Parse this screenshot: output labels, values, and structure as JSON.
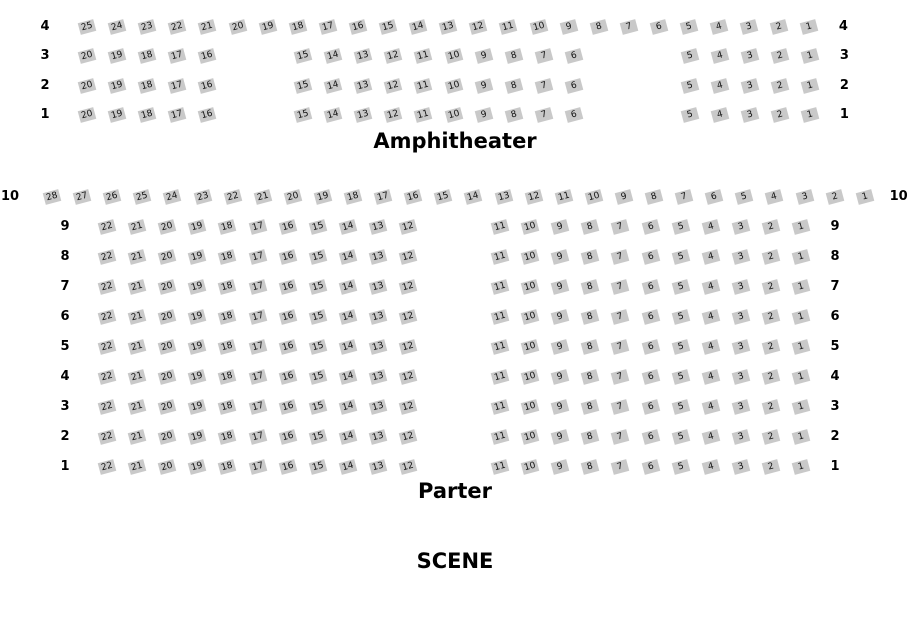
{
  "colors": {
    "seat_fill": "#c9c9c9",
    "seat_number": "#111111",
    "label_text": "#000000"
  },
  "stage_label": "SCENE",
  "sections": [
    {
      "name": "amphitheater",
      "label": "Amphitheater",
      "rows": [
        {
          "row": "4",
          "blocks": [
            [
              25,
              24,
              23,
              22,
              21,
              20,
              19,
              18,
              17,
              16,
              15,
              14,
              13,
              12,
              11,
              10,
              9,
              8,
              7,
              6,
              5,
              4,
              3,
              2,
              1
            ]
          ]
        },
        {
          "row": "3",
          "blocks": [
            [
              20,
              19,
              18,
              17,
              16
            ],
            [
              15,
              14,
              13,
              12,
              11,
              10,
              9,
              8,
              7,
              6
            ],
            [
              5,
              4,
              3,
              2,
              1
            ]
          ]
        },
        {
          "row": "2",
          "blocks": [
            [
              20,
              19,
              18,
              17,
              16
            ],
            [
              15,
              14,
              13,
              12,
              11,
              10,
              9,
              8,
              7,
              6
            ],
            [
              5,
              4,
              3,
              2,
              1
            ]
          ]
        },
        {
          "row": "1",
          "blocks": [
            [
              20,
              19,
              18,
              17,
              16
            ],
            [
              15,
              14,
              13,
              12,
              11,
              10,
              9,
              8,
              7,
              6
            ],
            [
              5,
              4,
              3,
              2,
              1
            ]
          ]
        }
      ]
    },
    {
      "name": "parter",
      "label": "Parter",
      "rows": [
        {
          "row": "10",
          "blocks": [
            [
              28,
              27,
              26,
              25,
              24,
              23,
              22,
              21,
              20,
              19,
              18,
              17,
              16,
              15,
              14,
              13,
              12,
              11,
              10,
              9,
              8,
              7,
              6,
              5,
              4,
              3,
              2,
              1
            ]
          ]
        },
        {
          "row": "9",
          "blocks": [
            [
              22,
              21,
              20,
              19,
              18,
              17,
              16,
              15,
              14,
              13,
              12
            ],
            [
              11,
              10,
              9,
              8,
              7,
              6,
              5,
              4,
              3,
              2,
              1
            ]
          ]
        },
        {
          "row": "8",
          "blocks": [
            [
              22,
              21,
              20,
              19,
              18,
              17,
              16,
              15,
              14,
              13,
              12
            ],
            [
              11,
              10,
              9,
              8,
              7,
              6,
              5,
              4,
              3,
              2,
              1
            ]
          ]
        },
        {
          "row": "7",
          "blocks": [
            [
              22,
              21,
              20,
              19,
              18,
              17,
              16,
              15,
              14,
              13,
              12
            ],
            [
              11,
              10,
              9,
              8,
              7,
              6,
              5,
              4,
              3,
              2,
              1
            ]
          ]
        },
        {
          "row": "6",
          "blocks": [
            [
              22,
              21,
              20,
              19,
              18,
              17,
              16,
              15,
              14,
              13,
              12
            ],
            [
              11,
              10,
              9,
              8,
              7,
              6,
              5,
              4,
              3,
              2,
              1
            ]
          ]
        },
        {
          "row": "5",
          "blocks": [
            [
              22,
              21,
              20,
              19,
              18,
              17,
              16,
              15,
              14,
              13,
              12
            ],
            [
              11,
              10,
              9,
              8,
              7,
              6,
              5,
              4,
              3,
              2,
              1
            ]
          ]
        },
        {
          "row": "4",
          "blocks": [
            [
              22,
              21,
              20,
              19,
              18,
              17,
              16,
              15,
              14,
              13,
              12
            ],
            [
              11,
              10,
              9,
              8,
              7,
              6,
              5,
              4,
              3,
              2,
              1
            ]
          ]
        },
        {
          "row": "3",
          "blocks": [
            [
              22,
              21,
              20,
              19,
              18,
              17,
              16,
              15,
              14,
              13,
              12
            ],
            [
              11,
              10,
              9,
              8,
              7,
              6,
              5,
              4,
              3,
              2,
              1
            ]
          ]
        },
        {
          "row": "2",
          "blocks": [
            [
              22,
              21,
              20,
              19,
              18,
              17,
              16,
              15,
              14,
              13,
              12
            ],
            [
              11,
              10,
              9,
              8,
              7,
              6,
              5,
              4,
              3,
              2,
              1
            ]
          ]
        },
        {
          "row": "1",
          "blocks": [
            [
              22,
              21,
              20,
              19,
              18,
              17,
              16,
              15,
              14,
              13,
              12
            ],
            [
              11,
              10,
              9,
              8,
              7,
              6,
              5,
              4,
              3,
              2,
              1
            ]
          ]
        }
      ]
    }
  ]
}
